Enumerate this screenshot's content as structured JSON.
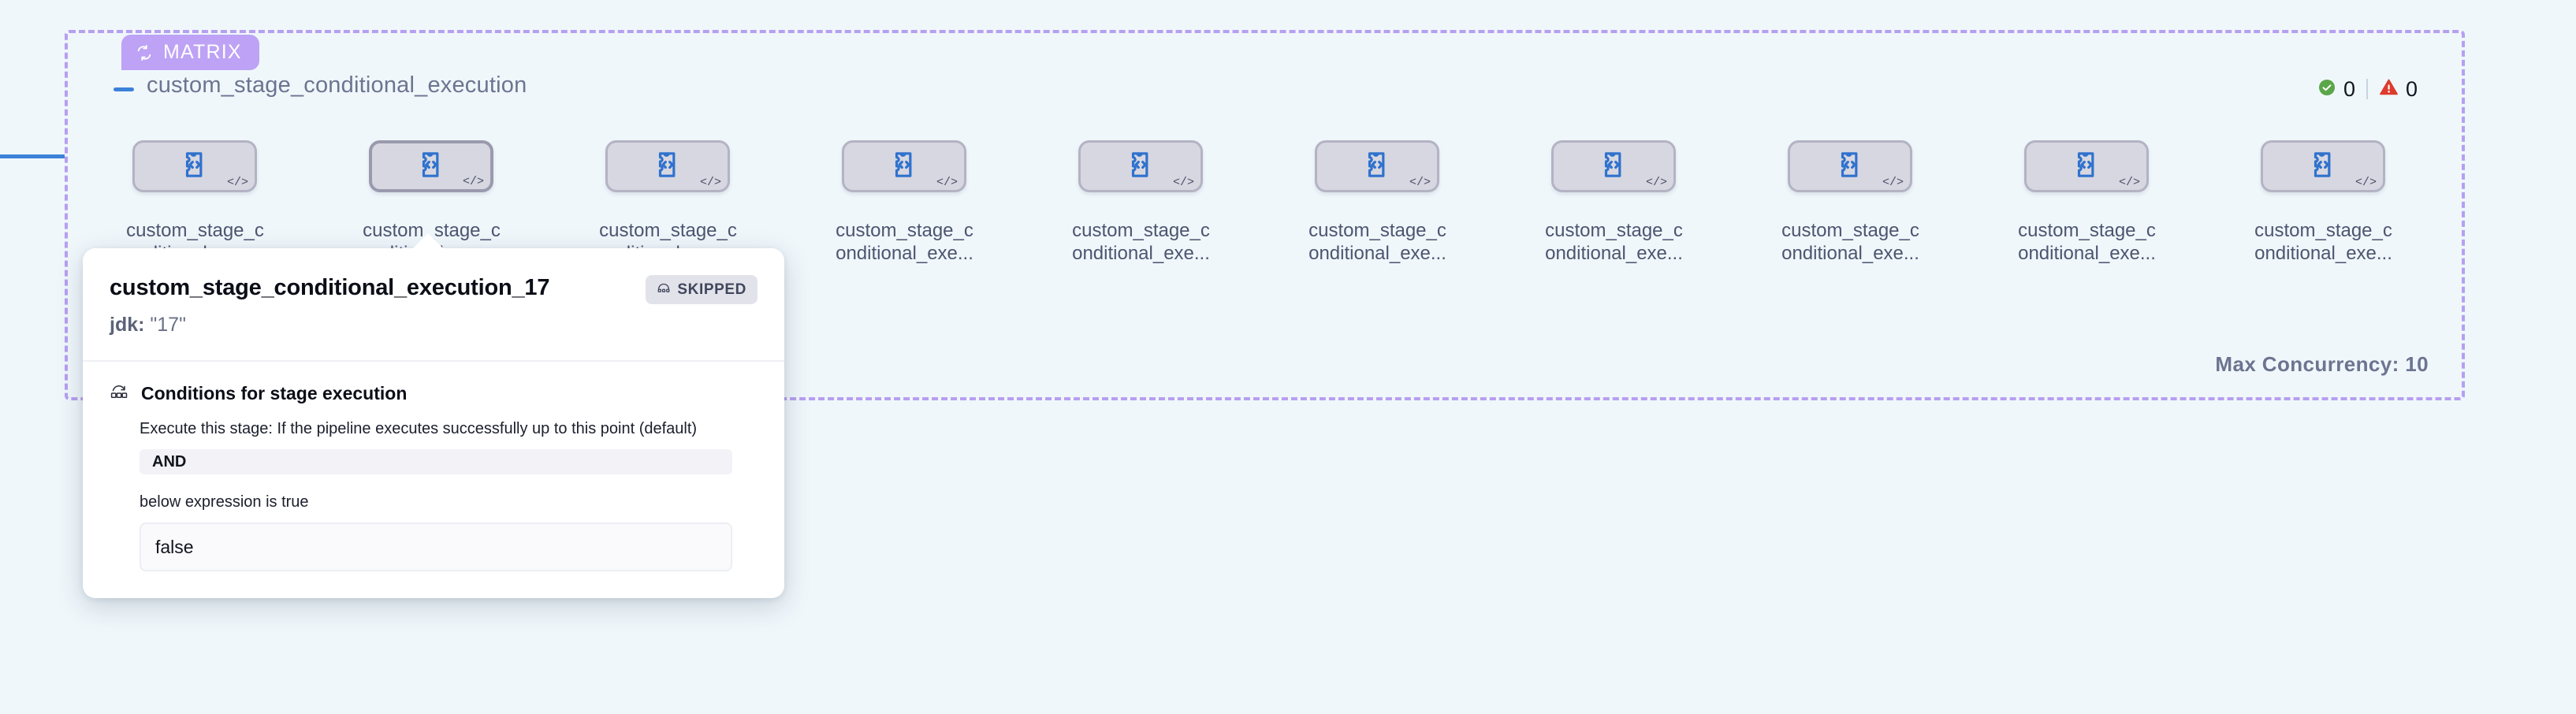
{
  "group": {
    "badge_label": "MATRIX",
    "badge_icon": "loop-icon",
    "title": "custom_stage_conditional_execution",
    "collapse_icon": "minus-icon",
    "max_concurrency_label": "Max Concurrency: 10",
    "status": {
      "success_icon": "check-circle-icon",
      "success_count": "0",
      "warning_icon": "warning-triangle-icon",
      "warning_count": "0",
      "success_color": "#5aa648",
      "warning_color": "#dd3b2c"
    },
    "border_color": "#b79ff0",
    "badge_color": "#bda2f5"
  },
  "nodes": [
    {
      "label": "custom_stage_conditional_exe...",
      "icon": "custom-stage-code-icon",
      "corner_icon": "code-brackets-icon",
      "selected": false
    },
    {
      "label": "custom_stage_conditional_exe...",
      "icon": "custom-stage-code-icon",
      "corner_icon": "code-brackets-icon",
      "selected": true
    },
    {
      "label": "custom_stage_conditional_exe...",
      "icon": "custom-stage-code-icon",
      "corner_icon": "code-brackets-icon",
      "selected": false
    },
    {
      "label": "custom_stage_conditional_exe...",
      "icon": "custom-stage-code-icon",
      "corner_icon": "code-brackets-icon",
      "selected": false
    },
    {
      "label": "custom_stage_conditional_exe...",
      "icon": "custom-stage-code-icon",
      "corner_icon": "code-brackets-icon",
      "selected": false
    },
    {
      "label": "custom_stage_conditional_exe...",
      "icon": "custom-stage-code-icon",
      "corner_icon": "code-brackets-icon",
      "selected": false
    },
    {
      "label": "custom_stage_conditional_exe...",
      "icon": "custom-stage-code-icon",
      "corner_icon": "code-brackets-icon",
      "selected": false
    },
    {
      "label": "custom_stage_conditional_exe...",
      "icon": "custom-stage-code-icon",
      "corner_icon": "code-brackets-icon",
      "selected": false
    },
    {
      "label": "custom_stage_conditional_exe...",
      "icon": "custom-stage-code-icon",
      "corner_icon": "code-brackets-icon",
      "selected": false
    },
    {
      "label": "custom_stage_conditional_exe...",
      "icon": "custom-stage-code-icon",
      "corner_icon": "code-brackets-icon",
      "selected": false
    }
  ],
  "tooltip": {
    "title": "custom_stage_conditional_execution_17",
    "status_badge": {
      "label": "SKIPPED",
      "icon": "skip-icon"
    },
    "param_key": "jdk:",
    "param_value": "\"17\"",
    "conditions": {
      "icon": "rerun-conditions-icon",
      "heading": "Conditions for stage execution",
      "description": "Execute this stage: If the pipeline executes successfully up to this point (default)",
      "operator": "AND",
      "sub_label": "below expression is true",
      "expression": "false"
    }
  }
}
